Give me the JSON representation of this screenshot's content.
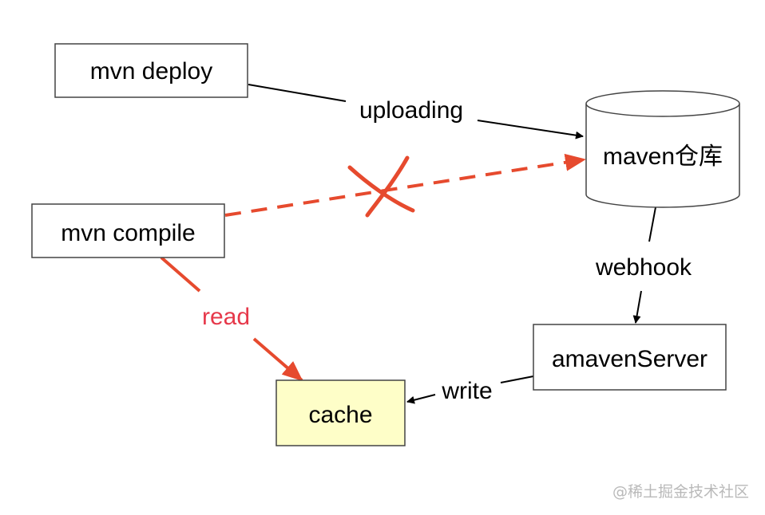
{
  "nodes": {
    "mvn_deploy": "mvn deploy",
    "mvn_compile": "mvn compile",
    "maven_repo": "maven仓库",
    "amaven_server": "amavenServer",
    "cache": "cache"
  },
  "edges": {
    "uploading": "uploading",
    "webhook": "webhook",
    "read": "read",
    "write": "write"
  },
  "colors": {
    "stroke": "#000000",
    "cache_fill": "#fefec8",
    "red": "#e64a2e",
    "read_label": "#e6384a"
  },
  "watermark": "@稀土掘金技术社区"
}
